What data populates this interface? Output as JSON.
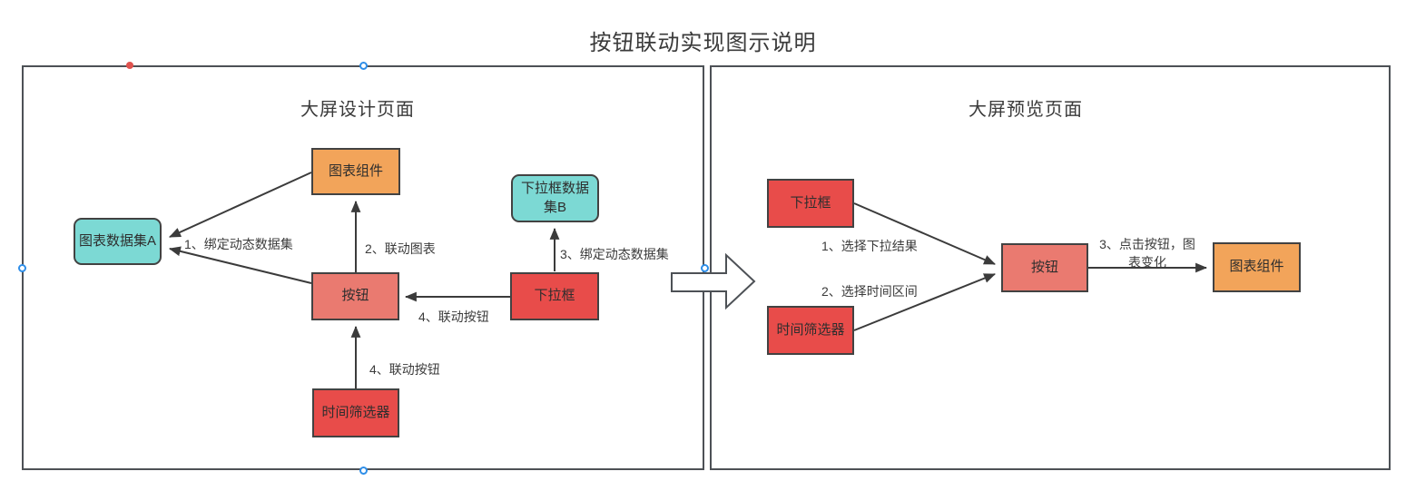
{
  "title": "按钮联动实现图示说明",
  "colors": {
    "node_red": "#e84c4a",
    "node_salmon": "#ea7a70",
    "node_orange": "#f2a45a",
    "node_cyan": "#7cd9d4",
    "node_border": "#424242",
    "line": "#3b3b3b",
    "panel_border": "#4d5156",
    "handle_blue": "#2e8ee8",
    "handle_red": "#e0534f",
    "text": "#333333"
  },
  "left_panel": {
    "title": "大屏设计页面",
    "nodes": {
      "chart_component": "图表组件",
      "chart_dataset_a": "图表数据集A",
      "dropdown_dataset_b": "下拉框数据集B",
      "button": "按钮",
      "dropdown": "下拉框",
      "time_filter": "时间筛选器"
    },
    "edge_labels": {
      "bind_dynamic_dataset_a": "1、绑定动态数据集",
      "link_chart": "2、联动图表",
      "bind_dynamic_dataset_b": "3、绑定动态数据集",
      "link_button_from_dropdown": "4、联动按钮",
      "link_button_from_time_filter": "4、联动按钮"
    }
  },
  "right_panel": {
    "title": "大屏预览页面",
    "nodes": {
      "dropdown": "下拉框",
      "time_filter": "时间筛选器",
      "button": "按钮",
      "chart_component": "图表组件"
    },
    "edge_labels": {
      "select_dropdown_result": "1、选择下拉结果",
      "select_time_range": "2、选择时间区间",
      "click_button_chart_change": "3、点击按钮，图表变化"
    }
  }
}
